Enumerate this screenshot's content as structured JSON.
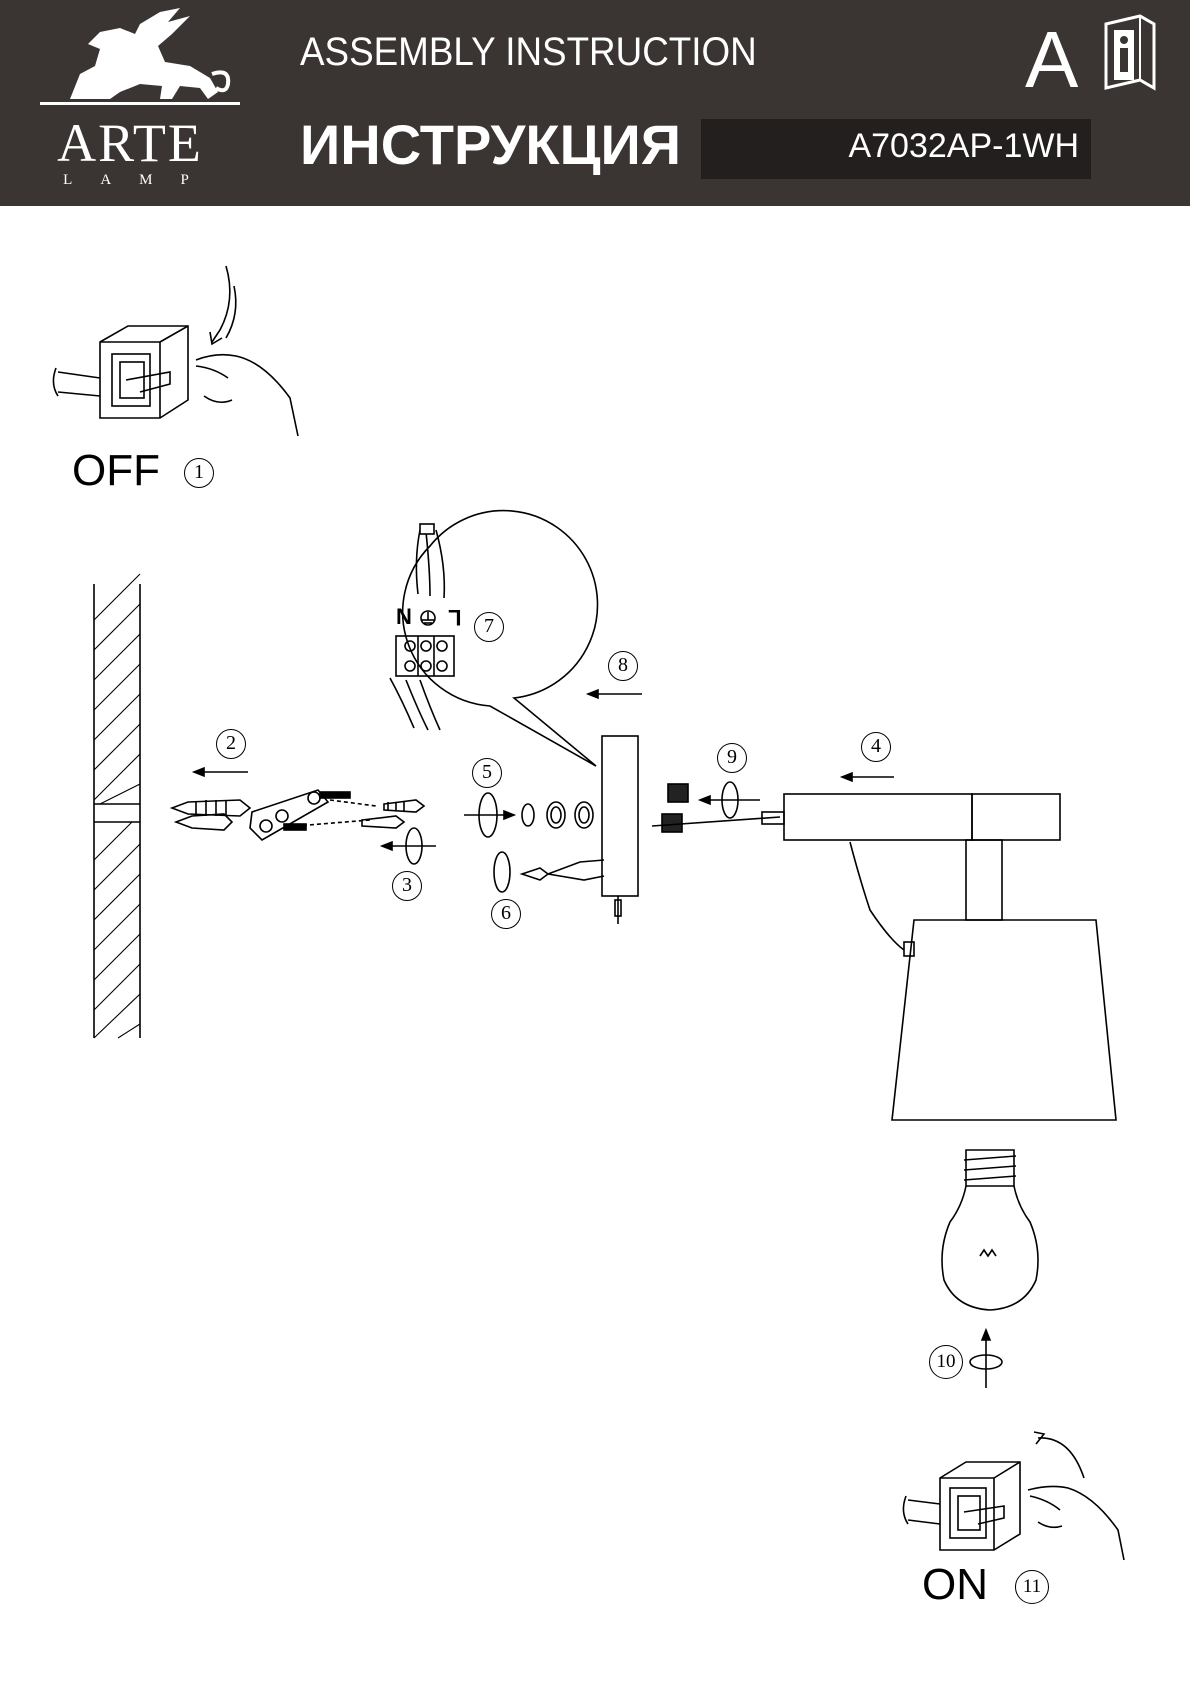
{
  "header": {
    "brand": "ARTE",
    "brand_sub": "LAMP",
    "title_en": "ASSEMBLY INSTRUCTION",
    "title_ru": "ИНСТРУКЦИЯ",
    "model": "A7032AP-1WH",
    "lang_letter": "A",
    "info_icon": "info-book-icon",
    "logo_icon": "griffin-logo-icon"
  },
  "steps": {
    "off_label": "OFF",
    "on_label": "ON",
    "s1": "1",
    "s2": "2",
    "s3": "3",
    "s4": "4",
    "s5": "5",
    "s6": "6",
    "s7": "7",
    "s8": "8",
    "s9": "9",
    "s10": "10",
    "s11": "11"
  },
  "terminal": {
    "n": "N",
    "l": "L",
    "ground_icon": "ground-symbol-icon"
  },
  "colors": {
    "header_bg": "#3a3533",
    "model_bg": "#231f1e",
    "ink": "#000000"
  }
}
